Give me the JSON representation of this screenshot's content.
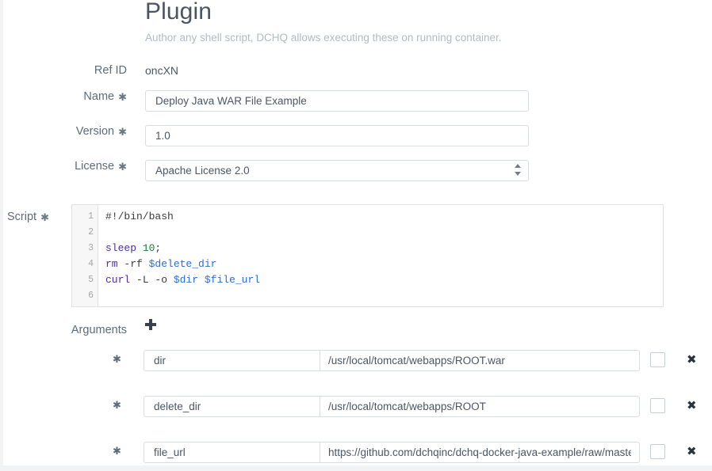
{
  "header": {
    "title": "Plugin",
    "subtitle": "Author any shell script, DCHQ allows executing these on running container."
  },
  "required_marker": "✱",
  "fields": {
    "ref_id": {
      "label": "Ref ID",
      "value": "oncXN",
      "required": false
    },
    "name": {
      "label": "Name",
      "value": "Deploy Java WAR File Example",
      "required": true
    },
    "version": {
      "label": "Version",
      "value": "1.0",
      "required": true
    },
    "license": {
      "label": "License",
      "value": "Apache License 2.0",
      "required": true,
      "options": [
        "Apache License 2.0"
      ]
    },
    "script": {
      "label": "Script",
      "required": true
    }
  },
  "script_editor": {
    "line_numbers": [
      "1",
      "2",
      "3",
      "4",
      "5",
      "6"
    ],
    "lines": [
      {
        "n": "1",
        "text": "#!/bin/bash"
      },
      {
        "n": "2",
        "text": ""
      },
      {
        "n": "3",
        "text": "sleep 10;"
      },
      {
        "n": "4",
        "text": "rm -rf $delete_dir"
      },
      {
        "n": "5",
        "text": "curl -L -o $dir $file_url"
      },
      {
        "n": "6",
        "text": ""
      }
    ],
    "l1_comment": "#!/bin/bash",
    "l3_kw": "sleep",
    "l3_num": " 10",
    "l3_pl": ";",
    "l4_kw": "rm",
    "l4_pl": " -rf ",
    "l4_var": "$delete_dir",
    "l5_kw": "curl",
    "l5_pl": " -L -o ",
    "l5_var1": "$dir",
    "l5_sp": " ",
    "l5_var2": "$file_url"
  },
  "arguments": {
    "label": "Arguments",
    "add_label": "+",
    "delete_label": "✖",
    "rows": [
      {
        "required": "✱",
        "key": "dir",
        "value": "/usr/local/tomcat/webapps/ROOT.war",
        "checked": false
      },
      {
        "required": "✱",
        "key": "delete_dir",
        "value": "/usr/local/tomcat/webapps/ROOT",
        "checked": false
      },
      {
        "required": "✱",
        "key": "file_url",
        "value": "https://github.com/dchqinc/dchq-docker-java-example/raw/master/dchq-docker-java-example.war",
        "checked": false
      }
    ]
  },
  "colors": {
    "label": "#5d6b7a",
    "title": "#4a5561",
    "subtitle": "#b3bac2",
    "border": "#d8dde2",
    "code_keyword": "#4b2ea8",
    "code_number": "#1f7a3d",
    "code_variable": "#2b6fd4"
  }
}
